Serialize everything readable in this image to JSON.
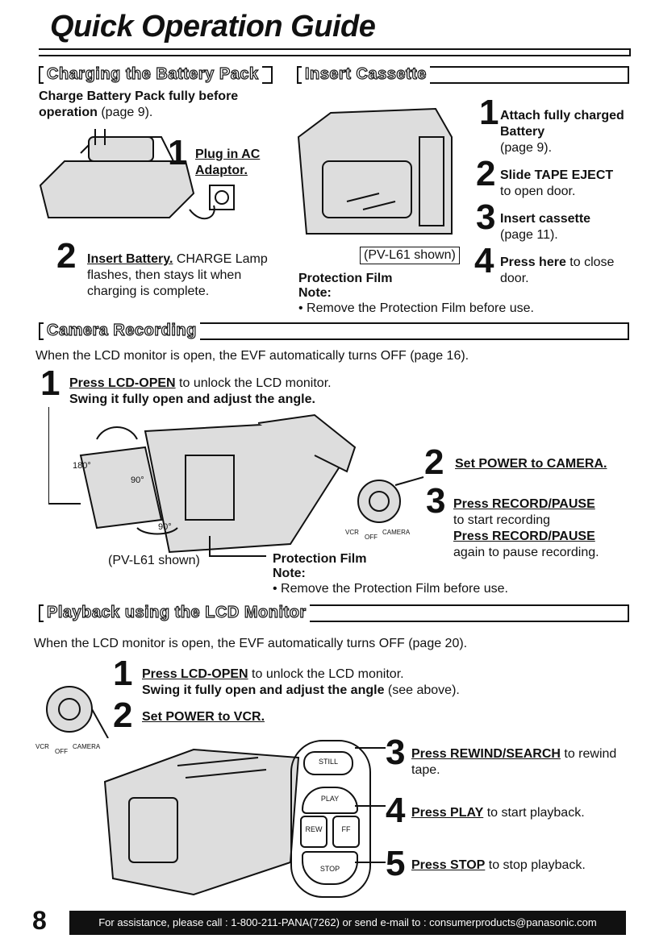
{
  "title": "Quick Operation Guide",
  "sections": {
    "charging": {
      "header": "Charging the Battery Pack",
      "intro_bold": "Charge Battery Pack fully before operation",
      "intro_ref": " (page 9).",
      "step1_num": "1",
      "step1_text": "Plug in AC Adaptor.",
      "step2_num": "2",
      "step2_bold": "Insert Battery.",
      "step2_text": " CHARGE Lamp flashes, then stays lit when charging is complete."
    },
    "cassette": {
      "header": "Insert Cassette",
      "step1_num": "1",
      "step1_bold": "Attach fully charged Battery",
      "step1_text": "(page 9).",
      "step2_num": "2",
      "step2_bold": "Slide TAPE EJECT",
      "step2_text": "to open door.",
      "step3_num": "3",
      "step3_bold": "Insert cassette",
      "step3_text": "(page 11).",
      "step4_num": "4",
      "step4_bold": "Press here",
      "step4_text": " to close door.",
      "model_label": "(PV-L61 shown)",
      "film_label": "Protection Film",
      "note_label": "Note:",
      "note_text": "• Remove the Protection Film before use."
    },
    "recording": {
      "header": "Camera Recording",
      "intro": "When the LCD monitor is open, the EVF automatically turns OFF (page 16).",
      "step1_num": "1",
      "step1_line1_bold": "Press LCD-OPEN",
      "step1_line1_text": " to unlock the LCD monitor.",
      "step1_line2": "Swing it fully open and adjust the angle.",
      "angle_180": "180°",
      "angle_90a": "90°",
      "angle_90b": "90°",
      "step2_num": "2",
      "step2_text": "Set POWER to CAMERA.",
      "dial_vcr": "VCR",
      "dial_off": "OFF",
      "dial_camera": "CAMERA",
      "step3_num": "3",
      "step3_a_bold": "Press RECORD/PAUSE",
      "step3_a_text": "to start recording",
      "step3_b_bold": "Press RECORD/PAUSE",
      "step3_b_text": "again to pause recording.",
      "model_label": "(PV-L61 shown)",
      "film_label": "Protection Film",
      "note_label": "Note:",
      "note_text": "• Remove the Protection Film before use."
    },
    "playback": {
      "header": "Playback using the LCD Monitor",
      "intro": "When the LCD monitor is open, the EVF automatically turns OFF (page 20).",
      "step1_num": "1",
      "step1_line1_bold": "Press LCD-OPEN",
      "step1_line1_text": " to unlock the LCD monitor.",
      "step1_line2_bold": "Swing it fully open and adjust the angle",
      "step1_line2_text": " (see above).",
      "step2_num": "2",
      "step2_text": "Set POWER to VCR.",
      "dial_vcr": "VCR",
      "dial_off": "OFF",
      "dial_camera": "CAMERA",
      "btn_still": "STILL",
      "btn_play": "PLAY",
      "btn_rew": "REW",
      "btn_ff": "FF",
      "btn_stop": "STOP",
      "step3_num": "3",
      "step3_bold": "Press REWIND/SEARCH",
      "step3_text": " to rewind tape.",
      "step4_num": "4",
      "step4_bold": "Press PLAY",
      "step4_text": " to start playback.",
      "step5_num": "5",
      "step5_bold": "Press STOP",
      "step5_text": " to stop playback."
    }
  },
  "footer": {
    "page_number": "8",
    "assistance": "For assistance, please call : 1-800-211-PANA(7262) or send e-mail to : consumerproducts@panasonic.com"
  }
}
